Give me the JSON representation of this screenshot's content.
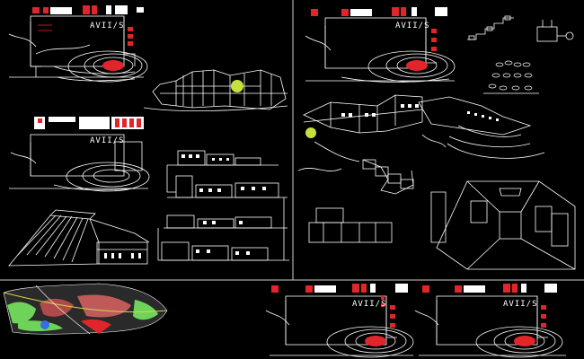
{
  "drawing": {
    "background": "#000000",
    "line_color": "#ffffff",
    "accent_red": "#e0262a",
    "accent_green": "#6fd35a",
    "accent_yellow": "#cfd84a",
    "tree_color": "#c8e03c",
    "frame_color": "#cfcfcf"
  },
  "plan_labels": {
    "top_left": "AVII/S",
    "mid_left": "AVII/S",
    "top_right": "AVII/S",
    "bottom_mid": "AVII/S",
    "bottom_right": "AVII/S"
  }
}
